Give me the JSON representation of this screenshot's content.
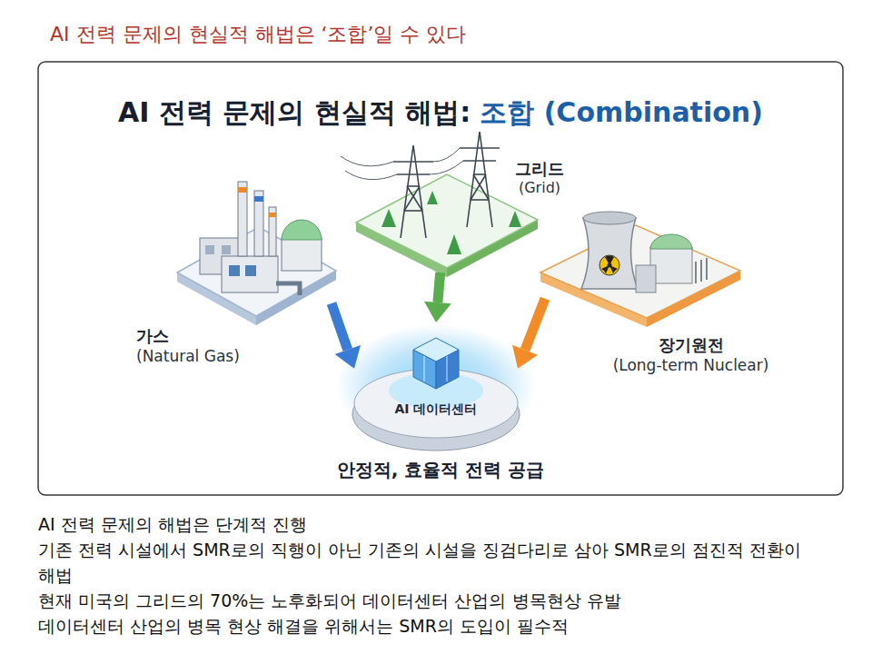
{
  "diagram": {
    "title": "AI 전력 문제의 현실적 해법은 ‘조합’일 수 있다",
    "nodes": [
      {
        "text": [
          "그리드",
          "(Grid)"
        ]
      },
      {
        "text": [
          "가스",
          "(Natural Gas)"
        ]
      },
      {
        "text": [
          "장기원전",
          "(Long-term Nuclear)"
        ]
      },
      {
        "text": [
          "AI 데이터센터"
        ]
      }
    ],
    "edges": [
      {
        "from": 1,
        "to": 3,
        "arrow": "to"
      },
      {
        "from": 0,
        "to": 3,
        "arrow": "to"
      },
      {
        "from": 2,
        "to": 3,
        "arrow": "to"
      }
    ],
    "labels": [
      "AI 전력 문제의 현실적 해법:",
      "조합 (Combination)",
      "안정적, 효율적 전력 공급",
      "AI 전력 문제의 해법은 단계적 진행",
      "기존 전력 시설에서 SMR로의 직행이 아닌 기존의 시설을 징검다리로 삼아 SMR로의 점진적 전환이 해법",
      "현재 미국의 그리드의 70%는 노후화되어 데이터센터 산업의 병목현상 유발",
      "데이터센터 산업의 병목 현상 해결을 위해서는 SMR의 도입이 필수적"
    ]
  }
}
